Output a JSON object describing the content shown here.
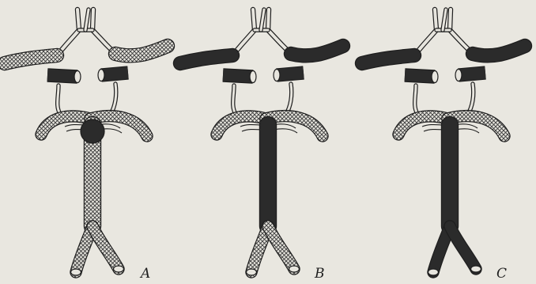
{
  "figure": {
    "panels": [
      {
        "id": "A",
        "label": "A"
      },
      {
        "id": "B",
        "label": "B"
      },
      {
        "id": "C",
        "label": "C"
      }
    ]
  },
  "colors": {
    "paper": "#e9e7e0",
    "ink": "#1e1e1e",
    "dark_fill": "#2b2b2b",
    "light_fill": "#e7e5de"
  }
}
